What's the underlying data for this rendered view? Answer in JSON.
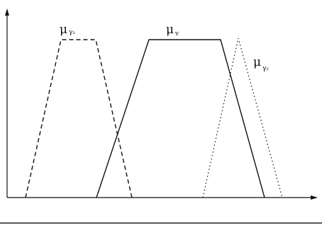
{
  "labels": {
    "gamma1": {
      "main": "μ",
      "sub": "γ₁"
    },
    "v": {
      "main": "μ",
      "sub": "v"
    },
    "gamma2": {
      "main": "μ",
      "sub": "γ₂"
    }
  },
  "curves": {
    "gamma1": {
      "style": "dashed",
      "shape": "trapezoid"
    },
    "v": {
      "style": "solid",
      "shape": "trapezoid"
    },
    "gamma2": {
      "style": "dotted",
      "shape": "triangle"
    }
  }
}
